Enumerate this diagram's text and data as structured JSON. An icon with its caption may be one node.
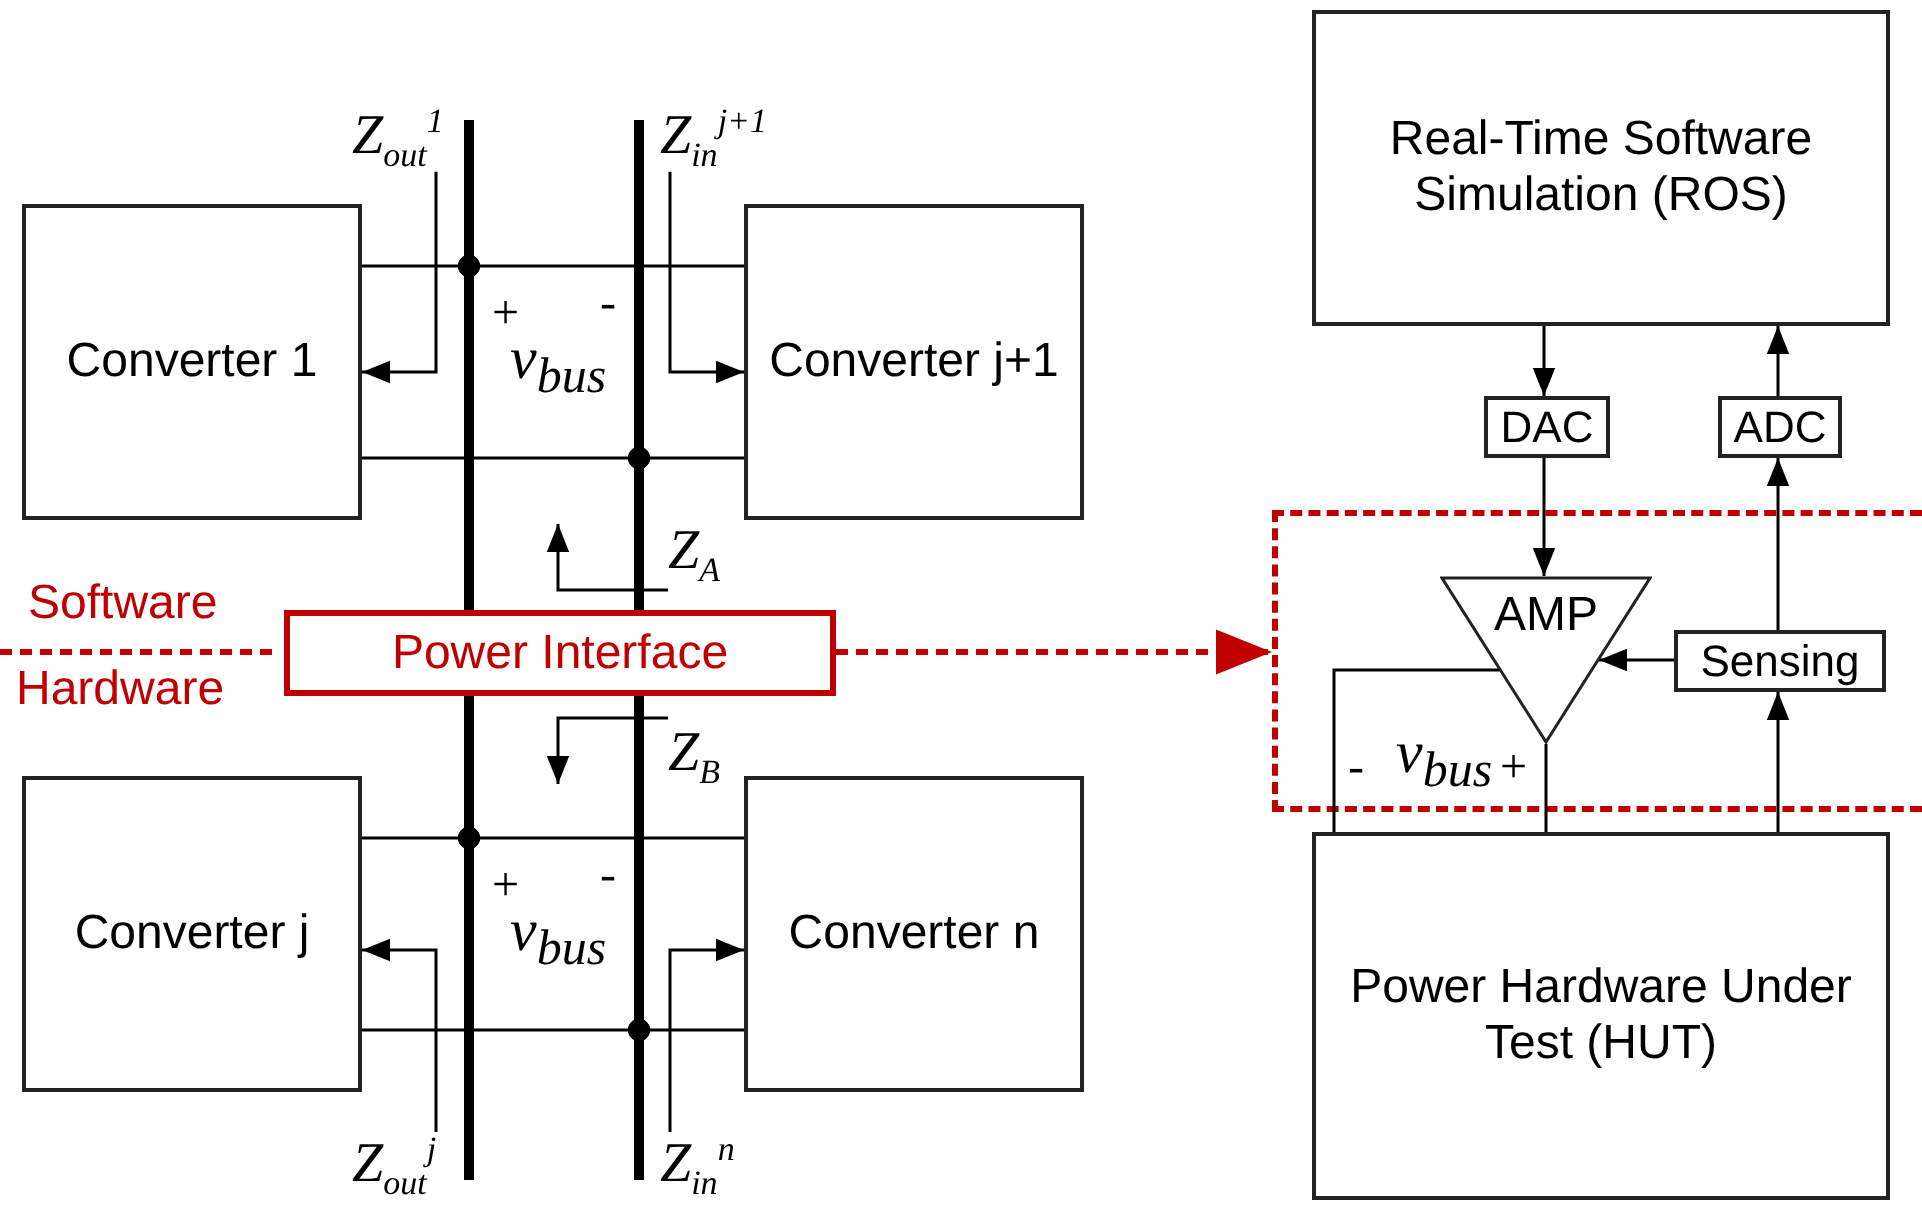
{
  "diagram": {
    "nodes": [
      {
        "text": [
          "Converter 1"
        ]
      },
      {
        "text": [
          "Converter j+1"
        ]
      },
      {
        "text": [
          "Converter j"
        ]
      },
      {
        "text": [
          "Converter n"
        ]
      },
      {
        "text": [
          "Power Interface"
        ]
      },
      {
        "text": [
          "Real-Time Software Simulation (ROS)"
        ]
      },
      {
        "text": [
          "DAC"
        ]
      },
      {
        "text": [
          "ADC"
        ]
      },
      {
        "text": [
          "AMP"
        ],
        "in": 17
      },
      {
        "text": [
          "Sensing"
        ],
        "in": 17
      },
      {
        "text": [
          "Power Hardware Under Test (HUT)"
        ]
      },
      {
        "text": [
          "Z$_{out}$$^{1}$"
        ]
      },
      {
        "text": [
          "Z$_{in}$$^{j+1}$"
        ]
      },
      {
        "text": [
          "Z$_{A}$"
        ]
      },
      {
        "text": [
          "Z$_{B}$"
        ]
      },
      {
        "text": [
          "Z$_{out}$$^{j}$"
        ]
      },
      {
        "text": [
          "Z$_{in}$$^{n}$"
        ]
      },
      {
        "text": [],
        "shape": "box"
      },
      {
        "text": [],
        "shape": "bar"
      },
      {
        "text": [],
        "shape": "bar"
      }
    ],
    "edges": [
      {
        "from": 11,
        "to": 0,
        "arrow": "to"
      },
      {
        "from": 12,
        "to": 1,
        "arrow": "to"
      },
      {
        "from": 13,
        "to": null,
        "arrow": "to"
      },
      {
        "from": 14,
        "to": null,
        "arrow": "to"
      },
      {
        "from": 15,
        "to": 2,
        "arrow": "to"
      },
      {
        "from": 16,
        "to": 3,
        "arrow": "to"
      },
      {
        "from": 0,
        "to": 18,
        "arrow": "other"
      },
      {
        "from": 0,
        "to": 19,
        "arrow": "other"
      },
      {
        "from": 1,
        "to": 18,
        "arrow": "other"
      },
      {
        "from": 1,
        "to": 19,
        "arrow": "other"
      },
      {
        "from": 2,
        "to": 18,
        "arrow": "other"
      },
      {
        "from": 2,
        "to": 19,
        "arrow": "other"
      },
      {
        "from": 3,
        "to": 18,
        "arrow": "other"
      },
      {
        "from": 3,
        "to": 19,
        "arrow": "other"
      },
      {
        "from": 4,
        "to": 17,
        "arrow": "to",
        "style": "dashed",
        "color": "#c00000"
      },
      {
        "from": 5,
        "to": 6,
        "arrow": "to"
      },
      {
        "from": 6,
        "to": 8,
        "arrow": "to"
      },
      {
        "from": 9,
        "to": 8,
        "arrow": "to"
      },
      {
        "from": 9,
        "to": 7,
        "arrow": "to"
      },
      {
        "from": 7,
        "to": 5,
        "arrow": "to"
      },
      {
        "from": 10,
        "to": 9,
        "arrow": "to"
      },
      {
        "from": 8,
        "to": 10,
        "arrow": "none"
      },
      {
        "from": 8,
        "to": 10,
        "arrow": "none"
      }
    ],
    "labels": [
      "Software",
      "Hardware",
      "+",
      "-",
      "v$_{bus}$",
      "+",
      "-",
      "v$_{bus}$",
      "-",
      "v$_{bus}$",
      "+"
    ]
  }
}
